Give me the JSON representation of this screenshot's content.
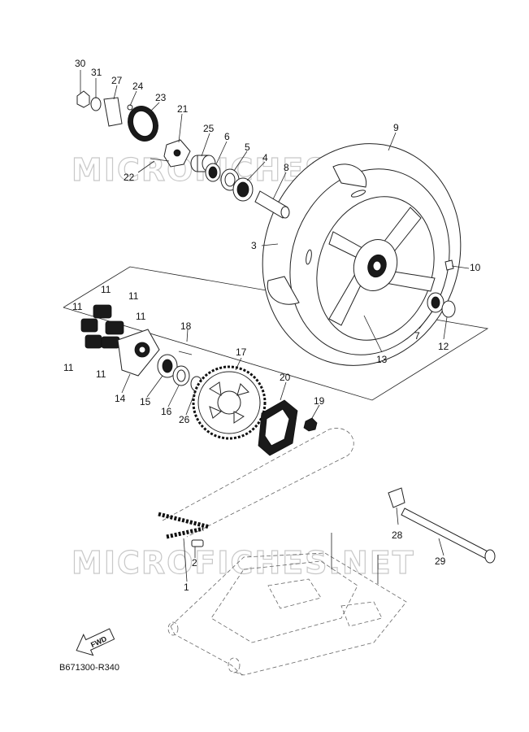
{
  "watermark": "MICROFICHES.NET",
  "diagram_code": "B671300-R340",
  "fwd_label": "FWD",
  "callouts": [
    "1",
    "2",
    "3",
    "4",
    "5",
    "6",
    "7",
    "8",
    "9",
    "10",
    "11",
    "12",
    "13",
    "14",
    "15",
    "16",
    "17",
    "18",
    "19",
    "20",
    "21",
    "22",
    "23",
    "24",
    "25",
    "26",
    "27",
    "28",
    "29",
    "30",
    "31"
  ]
}
